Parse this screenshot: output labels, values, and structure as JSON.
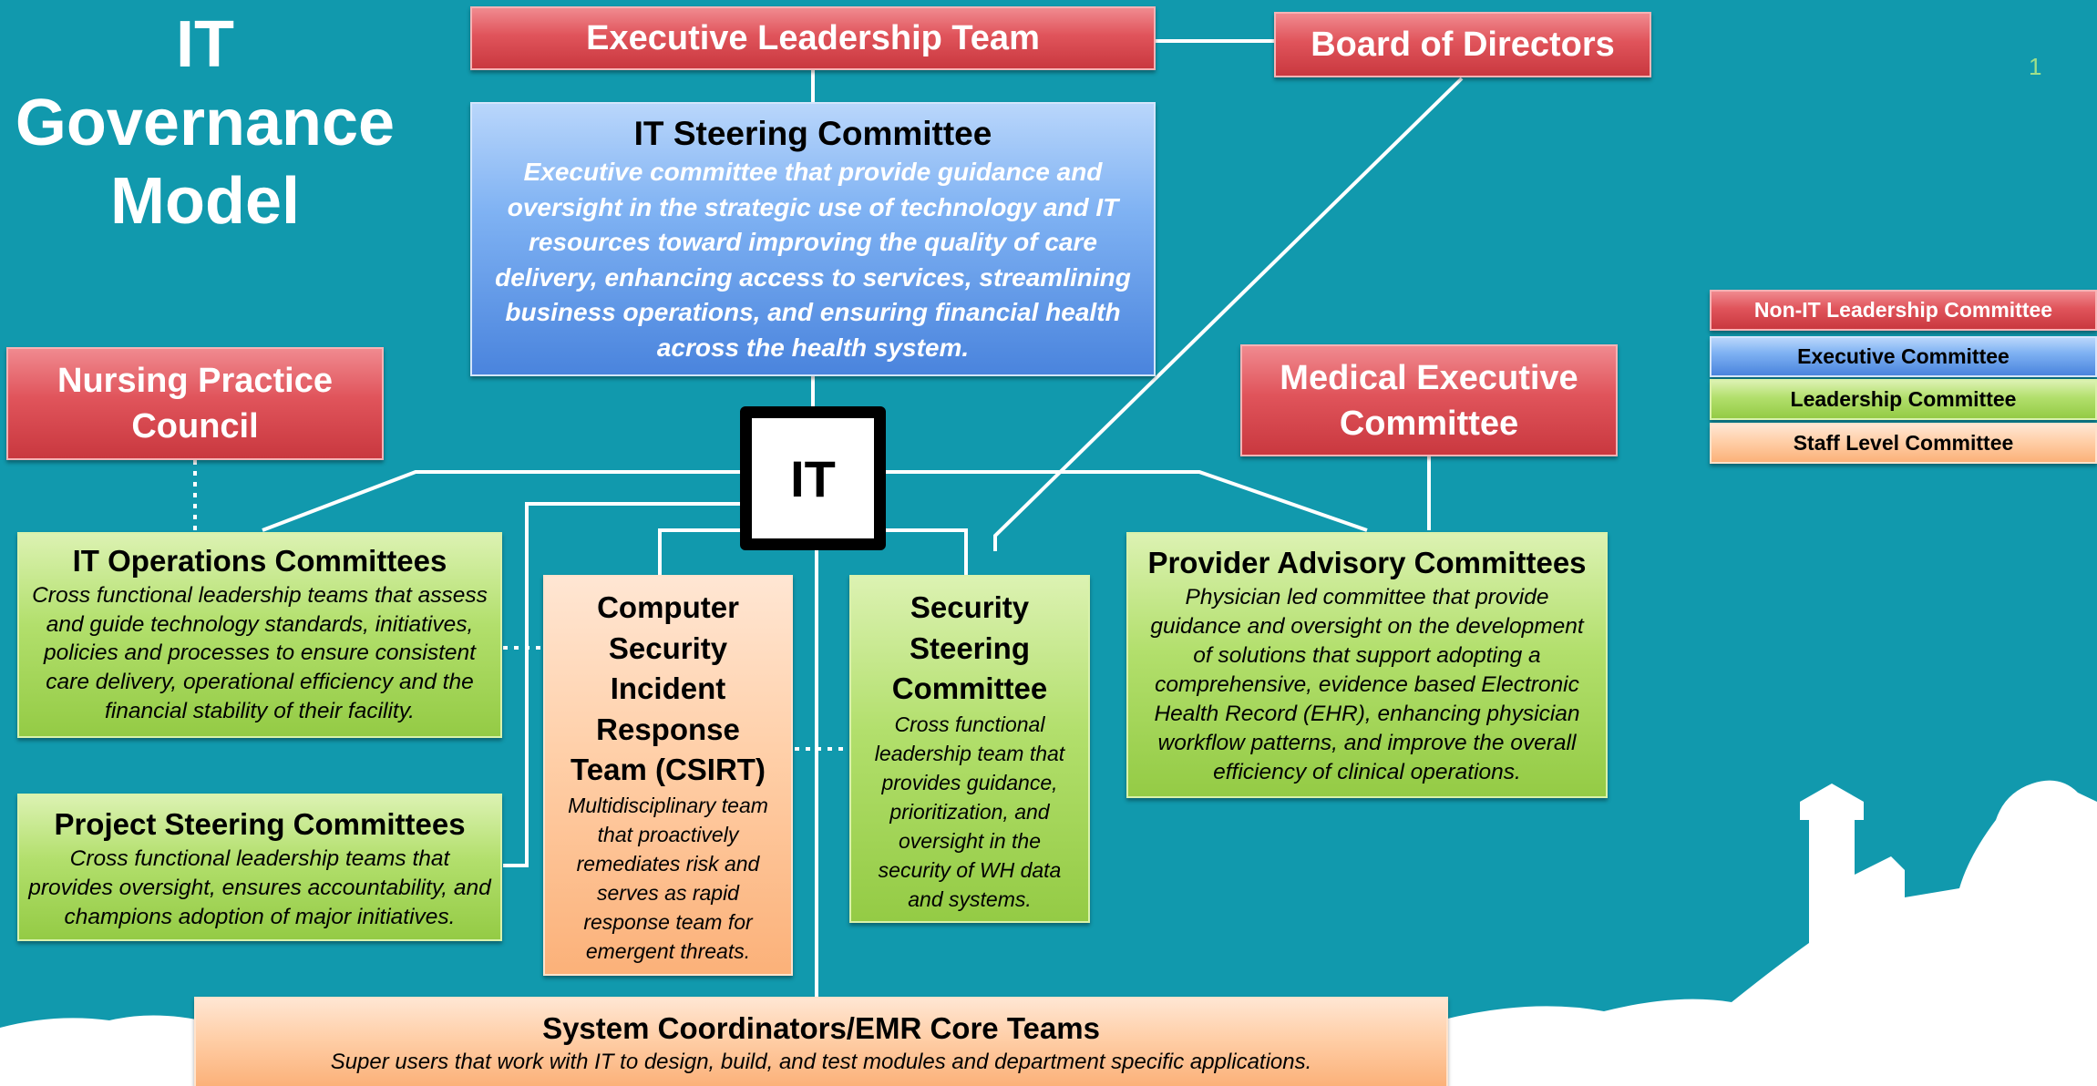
{
  "page": {
    "title_lines": [
      "IT",
      "Governance",
      "Model"
    ],
    "page_number": "1"
  },
  "nodes": {
    "executive_leadership_team": {
      "title": "Executive Leadership Team"
    },
    "board_of_directors": {
      "title": "Board of Directors"
    },
    "it_steering_committee": {
      "title": "IT Steering Committee",
      "description": "Executive committee that provide guidance and oversight in the strategic use of technology and IT resources toward improving the quality of care delivery, enhancing access to services, streamlining business operations, and ensuring financial health across the health system."
    },
    "nursing_practice_council": {
      "title_lines": [
        "Nursing Practice",
        "Council"
      ]
    },
    "medical_executive_committee": {
      "title_lines": [
        "Medical Executive",
        "Committee"
      ]
    },
    "it_center": {
      "label": "IT"
    },
    "it_operations_committees": {
      "title": "IT Operations Committees",
      "description": "Cross functional leadership teams that assess and guide technology standards, initiatives, policies and processes to ensure consistent care delivery, operational efficiency and the financial stability of their facility."
    },
    "project_steering_committees": {
      "title": "Project Steering Committees",
      "description": "Cross functional leadership teams that provides oversight, ensures accountability, and champions adoption of major initiatives."
    },
    "csirt": {
      "title_lines": [
        "Computer",
        "Security",
        "Incident",
        "Response",
        "Team (CSIRT)"
      ],
      "description": "Multidisciplinary team that proactively remediates risk and serves as rapid response team for emergent threats."
    },
    "security_steering_committee": {
      "title_lines": [
        "Security",
        "Steering",
        "Committee"
      ],
      "description": "Cross functional leadership team that provides guidance, prioritization, and oversight in the security of WH data and systems."
    },
    "provider_advisory_committees": {
      "title": "Provider Advisory Committees",
      "description": "Physician led committee that provide guidance and oversight on the development of solutions that support adopting a comprehensive, evidence based Electronic Health Record (EHR), enhancing physician workflow patterns, and improve the overall efficiency of clinical operations."
    },
    "system_coordinators": {
      "title": "System Coordinators/EMR Core Teams",
      "description": "Super users that work with IT to design, build, and test modules and department specific applications."
    }
  },
  "legend": [
    {
      "label": "Non-IT Leadership Committee",
      "color": "#d9474e"
    },
    {
      "label": "Executive Committee",
      "color": "#6ea3ee"
    },
    {
      "label": "Leadership Committee",
      "color": "#a6d957"
    },
    {
      "label": "Staff Level Committee",
      "color": "#fdc9a1"
    }
  ],
  "colors": {
    "background": "#1199ad",
    "connector": "#ffffff"
  }
}
